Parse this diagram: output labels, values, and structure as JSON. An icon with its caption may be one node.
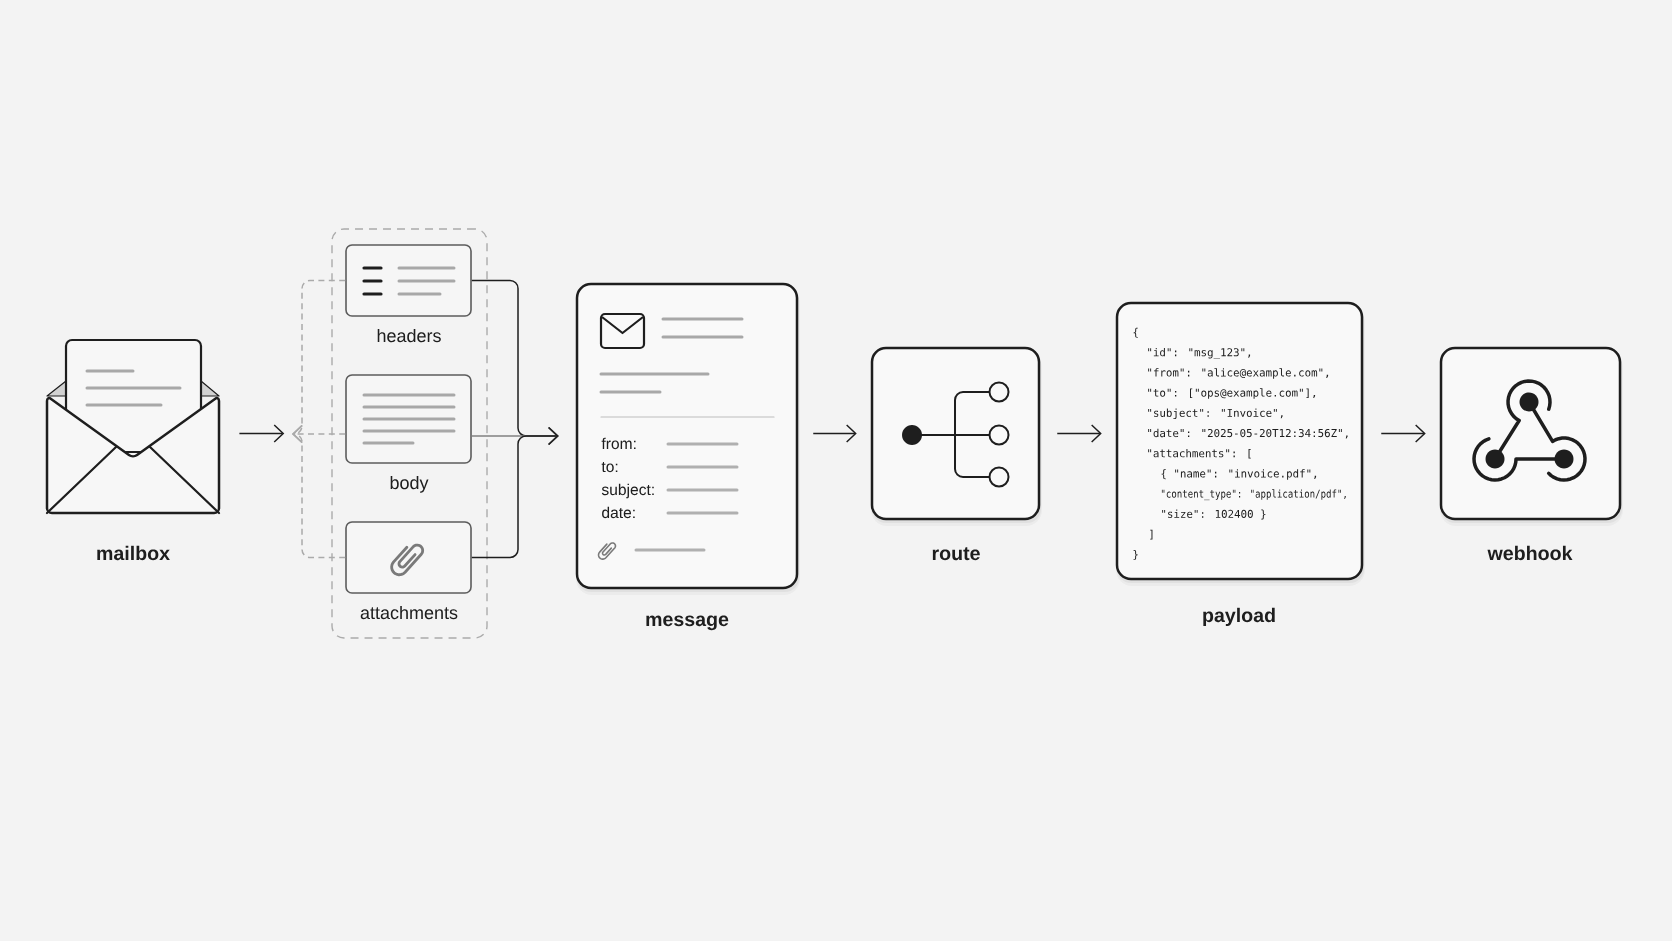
{
  "diagram": {
    "nodes": [
      {
        "text": [
          "mailbox"
        ]
      },
      {
        "text": [],
        "shape": "box"
      },
      {
        "text": [
          "headers"
        ],
        "in": 1
      },
      {
        "text": [
          "body"
        ],
        "in": 1
      },
      {
        "text": [
          "attachments"
        ],
        "in": 1
      },
      {
        "text": [
          "from:",
          "to:",
          "subject:",
          "date:",
          "message"
        ]
      },
      {
        "text": [
          "route"
        ]
      },
      {
        "text": [
          "{",
          "\"id\": \"msg_123\",",
          "\"from\": \"alice@example.com\",",
          "\"to\": [\"ops@example.com\"],",
          "\"subject\": \"Invoice\",",
          "\"date\": \"2025-05-20T12:34:56Z\",",
          "\"attachments\": [",
          "{ \"name\": \"invoice.pdf\",",
          "\"content_type\": \"application/pdf\",",
          "\"size\": 102400 }",
          "]",
          "}",
          "payload"
        ]
      },
      {
        "text": [
          "webhook"
        ]
      }
    ],
    "edges": [
      {
        "from": 0,
        "to": 1,
        "arrow": "to"
      },
      {
        "from": 2,
        "to": null,
        "arrow": "to",
        "style": "dashed",
        "color": "#aaaaaa"
      },
      {
        "from": 3,
        "to": null,
        "arrow": "to",
        "style": "dashed",
        "color": "#aaaaaa"
      },
      {
        "from": 4,
        "to": null,
        "arrow": "to",
        "style": "dashed",
        "color": "#aaaaaa"
      },
      {
        "from": 2,
        "to": 5,
        "arrow": "to"
      },
      {
        "from": 3,
        "to": 5,
        "arrow": "to",
        "color": "#808080"
      },
      {
        "from": 4,
        "to": 5,
        "arrow": "to"
      },
      {
        "from": 5,
        "to": 6,
        "arrow": "to"
      },
      {
        "from": 6,
        "to": 7,
        "arrow": "to"
      },
      {
        "from": 7,
        "to": 8,
        "arrow": "to"
      }
    ]
  }
}
